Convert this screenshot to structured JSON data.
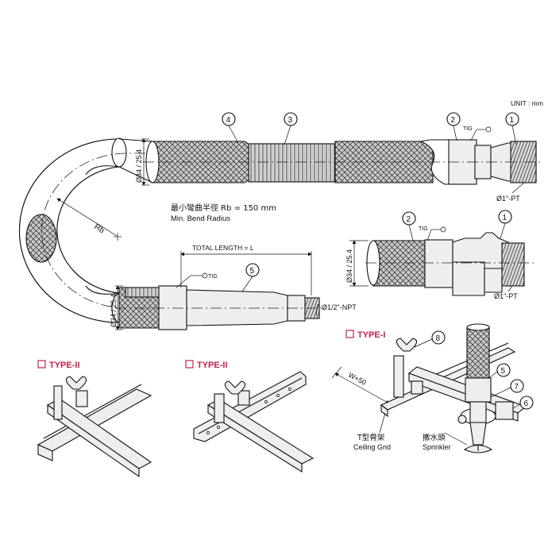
{
  "unit_label": "UNIT : mm",
  "callouts": [
    "1",
    "2",
    "3",
    "4",
    "5",
    "6",
    "7",
    "8"
  ],
  "labels": {
    "tig": "TIG",
    "diameter": "Ø34 / 25.4",
    "pt_thread": "Ø1\"-PT",
    "npt_thread": "Ø1/2\"-NPT",
    "bend_radius_cn": "最小彎曲半徑 Rb = 150 mm",
    "bend_radius_en": "Min. Bend Radius",
    "rb": "Rb",
    "total_length": "TOTAL LENGTH = L",
    "w50": "W+50",
    "ceiling_grid_cn": "T型骨架",
    "ceiling_grid_en": "Ceiling Grid",
    "sprinkler_cn": "撒水頭",
    "sprinkler_en": "Sprinkler"
  },
  "types": {
    "type_i": "TYPE-I",
    "type_ii_a": "TYPE-II",
    "type_ii_b": "TYPE-II"
  },
  "colors": {
    "type_label": "#c4234a",
    "line": "#111111",
    "fill": "#eeeeee"
  }
}
